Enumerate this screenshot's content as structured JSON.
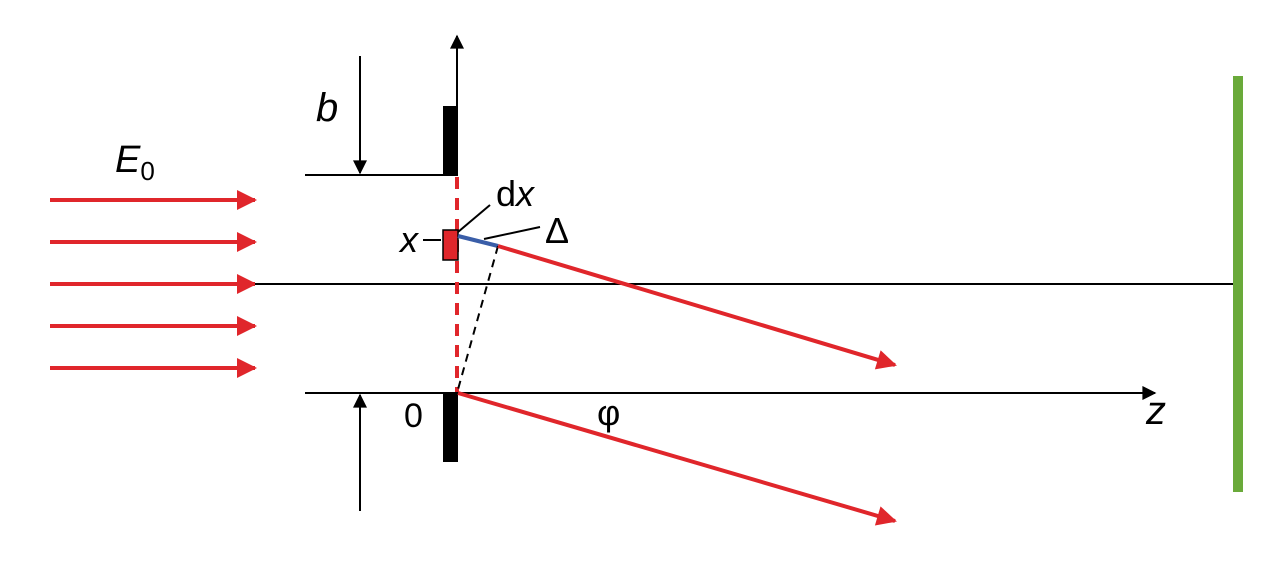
{
  "labels": {
    "field": "E",
    "field_sub": "0",
    "slit_width": "b",
    "element_width_d": "d",
    "element_width_x": "x",
    "position": "x",
    "path_difference": "Δ",
    "origin": "0",
    "angle": "φ",
    "axis": "z"
  },
  "colors": {
    "rays": "#e0262b",
    "path_segment": "#3a5ea8",
    "screen": "#6aaa3a",
    "lines": "#000000"
  },
  "incident_ray_count": 5
}
